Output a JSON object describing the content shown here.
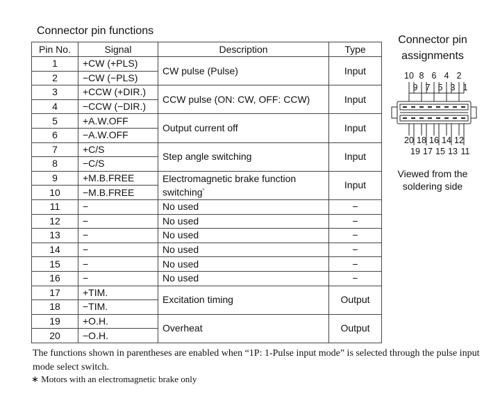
{
  "title": "Connector pin functions",
  "headers": [
    "Pin No.",
    "Signal",
    "Description",
    "Type"
  ],
  "rows": [
    {
      "pin": "1",
      "signal": "+CW (+PLS)"
    },
    {
      "pin": "2",
      "signal": "−CW (−PLS)"
    },
    {
      "pin": "3",
      "signal": "+CCW (+DIR.)"
    },
    {
      "pin": "4",
      "signal": "−CCW (−DIR.)"
    },
    {
      "pin": "5",
      "signal": "+A.W.OFF"
    },
    {
      "pin": "6",
      "signal": "−A.W.OFF"
    },
    {
      "pin": "7",
      "signal": "+C/S"
    },
    {
      "pin": "8",
      "signal": "−C/S"
    },
    {
      "pin": "9",
      "signal": "+M.B.FREE"
    },
    {
      "pin": "10",
      "signal": "−M.B.FREE"
    },
    {
      "pin": "11",
      "signal": "−"
    },
    {
      "pin": "12",
      "signal": "−"
    },
    {
      "pin": "13",
      "signal": "−"
    },
    {
      "pin": "14",
      "signal": "−"
    },
    {
      "pin": "15",
      "signal": "−"
    },
    {
      "pin": "16",
      "signal": "−"
    },
    {
      "pin": "17",
      "signal": "+TIM."
    },
    {
      "pin": "18",
      "signal": "−TIM."
    },
    {
      "pin": "19",
      "signal": "+O.H."
    },
    {
      "pin": "20",
      "signal": "−O.H."
    }
  ],
  "pair_groups": [
    {
      "description": "CW pulse (Pulse)",
      "type": "Input"
    },
    {
      "description": "CCW pulse (ON: CW, OFF: CCW)",
      "type": "Input"
    },
    {
      "description": "Output current off",
      "type": "Input"
    },
    {
      "description": "Step angle switching",
      "type": "Input"
    },
    {
      "description_line1": "Electromagnetic brake function",
      "description_line2": "switching",
      "footnote_mark": "*",
      "type": "Input"
    },
    {
      "description": "Excitation timing",
      "type": "Output"
    },
    {
      "description": "Overheat",
      "type": "Output"
    }
  ],
  "unused": {
    "description": "No used",
    "type": "−"
  },
  "footnote": "The functions shown in parentheses are enabled when “1P: 1-Pulse input mode” is selected through the pulse input mode select switch.",
  "footnote2": "∗  Motors with an electromagnetic brake only",
  "diagram": {
    "title_line1": "Connector pin",
    "title_line2": "assignments",
    "top_row_even": [
      "10",
      "8",
      "6",
      "4",
      "2"
    ],
    "top_row_odd": [
      "9",
      "7",
      "5",
      "3",
      "1"
    ],
    "bottom_row_even": [
      "20",
      "18",
      "16",
      "14",
      "12"
    ],
    "bottom_row_odd": [
      "19",
      "17",
      "15",
      "13",
      "11"
    ],
    "caption_line1": "Viewed from the",
    "caption_line2": "soldering side"
  }
}
